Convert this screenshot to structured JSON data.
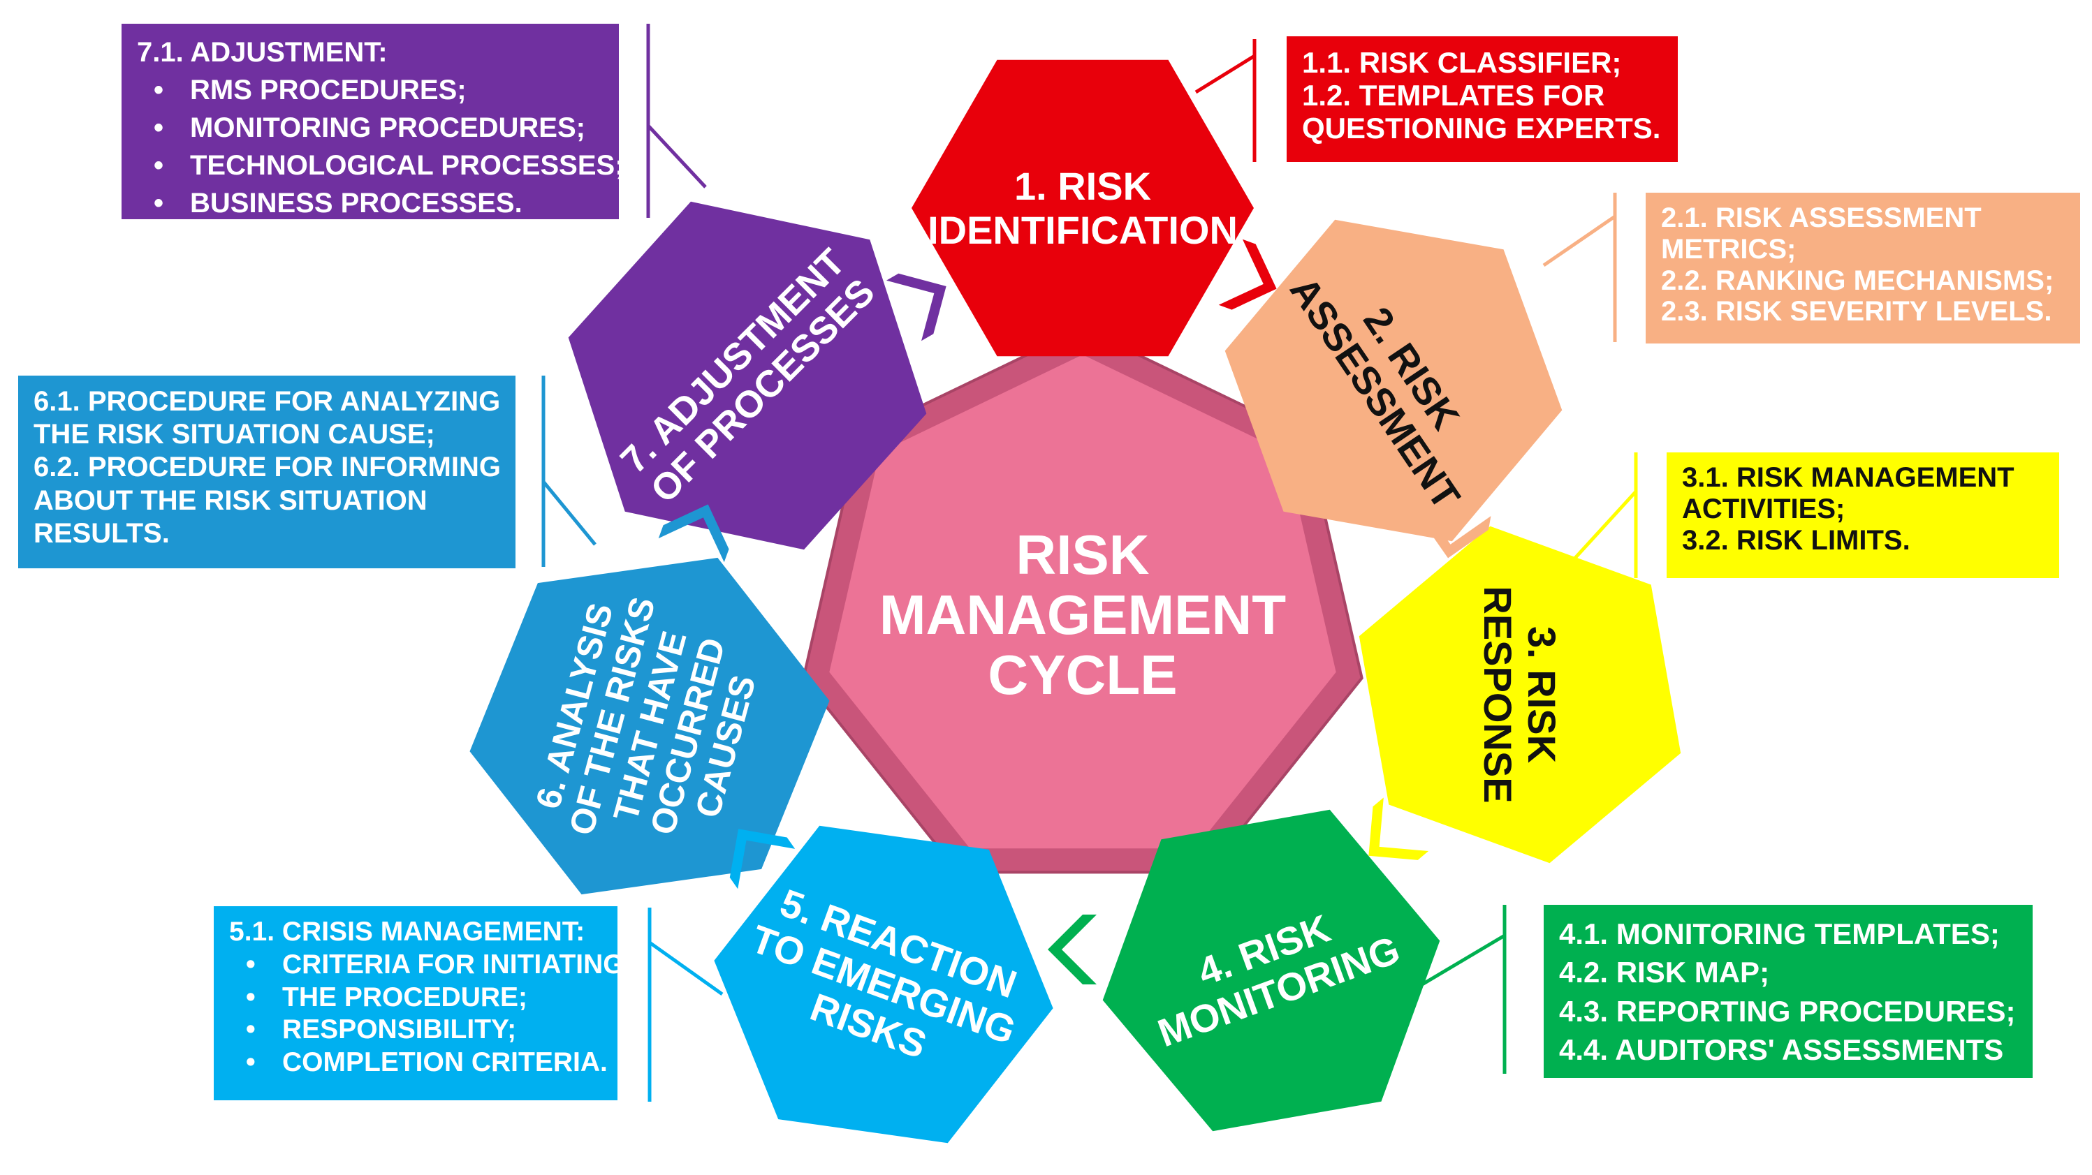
{
  "center": {
    "lines": [
      "RISK",
      "MANAGEMENT",
      "CYCLE"
    ],
    "color": "#ec7396"
  },
  "stages": [
    {
      "id": "s1",
      "color": "#e8000b",
      "text_color": "#ffffff",
      "lines": [
        "1. RISK",
        "IDENTIFICATION"
      ]
    },
    {
      "id": "s2",
      "color": "#f8b084",
      "text_color": "#111111",
      "lines": [
        "2. RISK",
        "ASSESSMENT"
      ]
    },
    {
      "id": "s3",
      "color": "#ffff00",
      "text_color": "#111111",
      "lines": [
        "3. RISK",
        "RESPONSE"
      ]
    },
    {
      "id": "s4",
      "color": "#00b050",
      "text_color": "#ffffff",
      "lines": [
        "4. RISK",
        "MONITORING"
      ]
    },
    {
      "id": "s5",
      "color": "#00b0f0",
      "text_color": "#ffffff",
      "lines": [
        "5. REACTION",
        "TO EMERGING",
        "RISKS"
      ]
    },
    {
      "id": "s6",
      "color": "#1e96d2",
      "text_color": "#ffffff",
      "lines": [
        "6. ANALYSIS",
        "OF THE RISKS",
        "THAT HAVE",
        "OCCURRED",
        "CAUSES"
      ]
    },
    {
      "id": "s7",
      "color": "#7030a0",
      "text_color": "#ffffff",
      "lines": [
        "7. ADJUSTMENT",
        "OF PROCESSES"
      ]
    }
  ],
  "boxes": {
    "b1": {
      "color": "#e8000b",
      "lines": [
        "1.1. RISK CLASSIFIER;",
        "1.2. TEMPLATES FOR",
        "QUESTIONING EXPERTS."
      ]
    },
    "b2": {
      "color": "#f8b084",
      "lines": [
        "2.1. RISK ASSESSMENT",
        "METRICS;",
        "2.2. RANKING MECHANISMS;",
        "2.3. RISK SEVERITY LEVELS."
      ]
    },
    "b3": {
      "color": "#ffff00",
      "lines": [
        "3.1. RISK MANAGEMENT",
        "ACTIVITIES;",
        "3.2. RISK LIMITS."
      ]
    },
    "b4": {
      "color": "#00b050",
      "lines": [
        "4.1. MONITORING TEMPLATES;",
        "4.2. RISK MAP;",
        "4.3. REPORTING PROCEDURES;",
        "4.4. AUDITORS' ASSESSMENTS"
      ]
    },
    "b5": {
      "color": "#00b0f0",
      "title": "5.1. CRISIS MANAGEMENT:",
      "items": [
        "CRITERIA FOR INITIATING",
        "THE PROCEDURE;",
        "RESPONSIBILITY;",
        "COMPLETION CRITERIA."
      ]
    },
    "b6": {
      "color": "#1e96d2",
      "lines": [
        "6.1. PROCEDURE FOR ANALYZING",
        "THE RISK SITUATION CAUSE;",
        "6.2. PROCEDURE FOR INFORMING",
        "ABOUT THE RISK SITUATION",
        "RESULTS."
      ]
    },
    "b7": {
      "color": "#7030a0",
      "title": "7.1. ADJUSTMENT:",
      "items": [
        "RMS PROCEDURES;",
        "MONITORING PROCEDURES;",
        "TECHNOLOGICAL PROCESSES;",
        "BUSINESS PROCESSES."
      ]
    }
  }
}
